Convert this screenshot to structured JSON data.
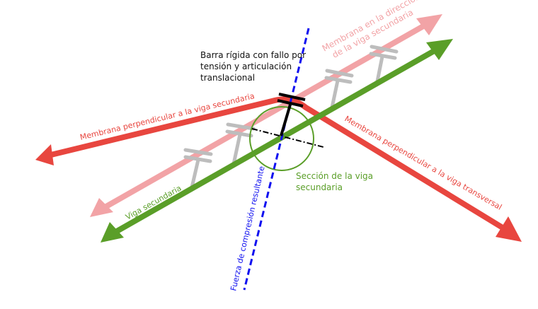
{
  "labels": {
    "rigid_bar": [
      "Barra rígida con fallo por",
      "tensión y articulación",
      "translacional"
    ],
    "membrane_secondary_direction": [
      "Membrana en la dirección",
      "de la viga secundaria"
    ],
    "membrane_perp_secondary": "Membrana perpendicular a la viga secundaria",
    "membrane_perp_transverse": "Membrana perpendicular a la viga transversal",
    "secondary_beam": "Viga secundaria",
    "secondary_beam_section": [
      "Sección de la viga",
      "secundaria"
    ],
    "compression_force": "Fuerza de compresión resultante"
  },
  "colors": {
    "membrane_red": "#e8463f",
    "membrane_pink": "#f2a3a6",
    "beam_green": "#5a9e28",
    "force_blue": "#1010f0",
    "connector_gray": "#bdbdbd",
    "rigid_bar_black": "#000000"
  }
}
